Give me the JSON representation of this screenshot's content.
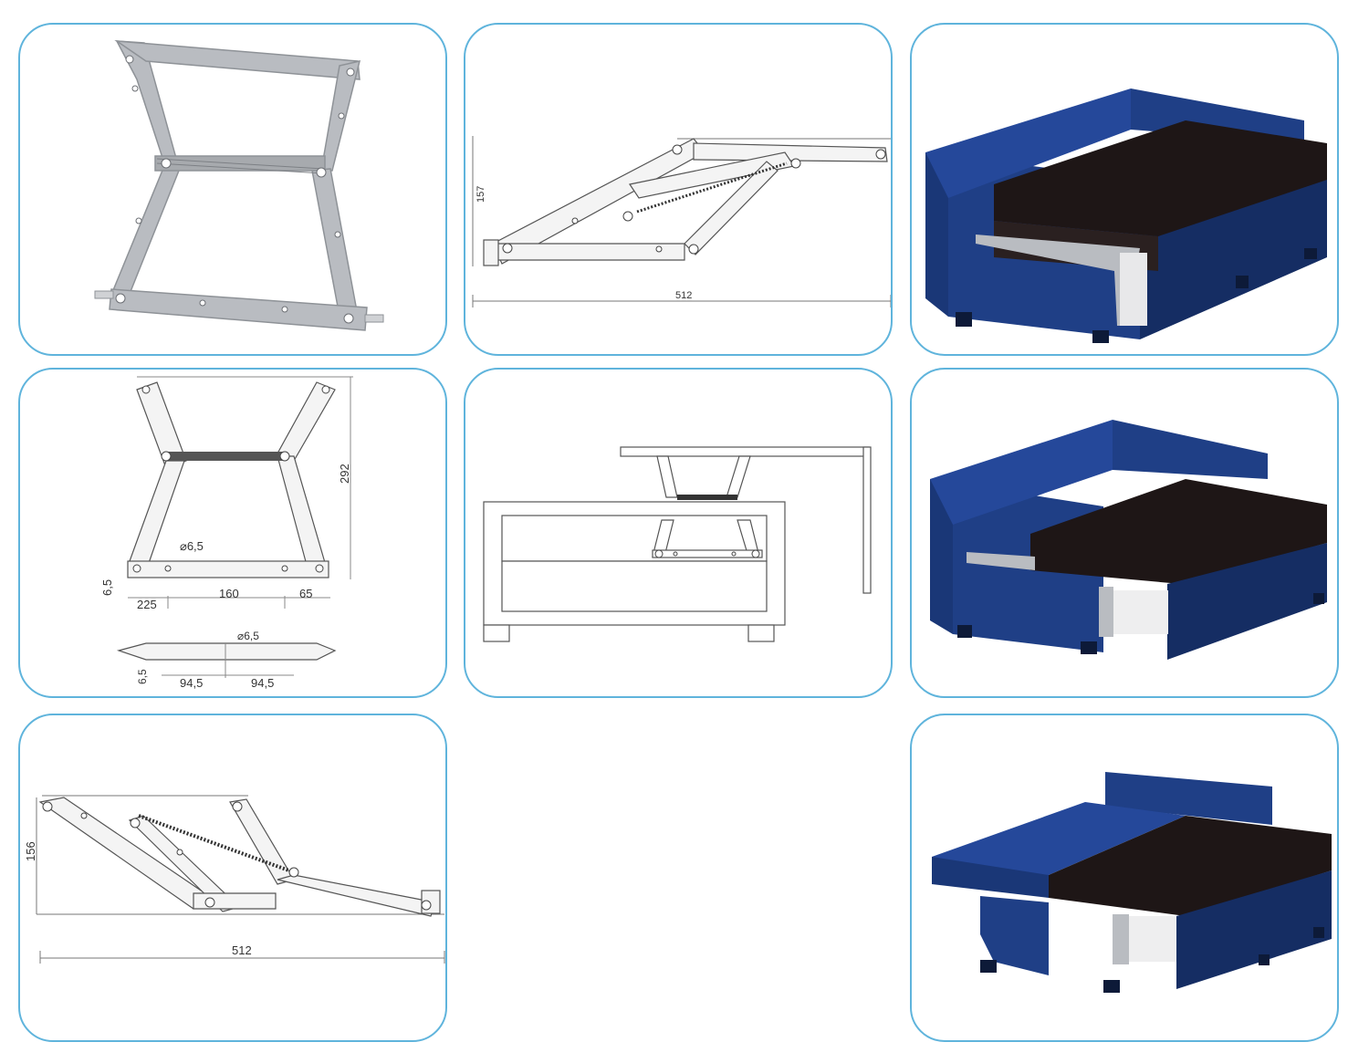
{
  "panels": {
    "mechanism_3d": {},
    "side_folded": {
      "height_label": "157",
      "width_label": "512"
    },
    "sofa_closed": {},
    "top_dims": {
      "height_label": "292",
      "hole_diameter_label": "⌀6,5",
      "offset_label": "6,5",
      "dist_225": "225",
      "dist_160": "160",
      "dist_65": "65",
      "lower_hole_label": "⌀6,5",
      "lower_offset_label": "6,5",
      "lower_left_label": "94,5",
      "lower_right_label": "94,5"
    },
    "table_lift": {},
    "sofa_half": {},
    "side_open": {
      "height_label": "156",
      "width_label": "512"
    },
    "sofa_open": {}
  },
  "colors": {
    "border": "#5fb4dc",
    "sofa_blue": "#1f3f86",
    "sofa_blue_dark": "#152d63",
    "mattress": "#1e1616",
    "metal": "#b9bcc1"
  }
}
